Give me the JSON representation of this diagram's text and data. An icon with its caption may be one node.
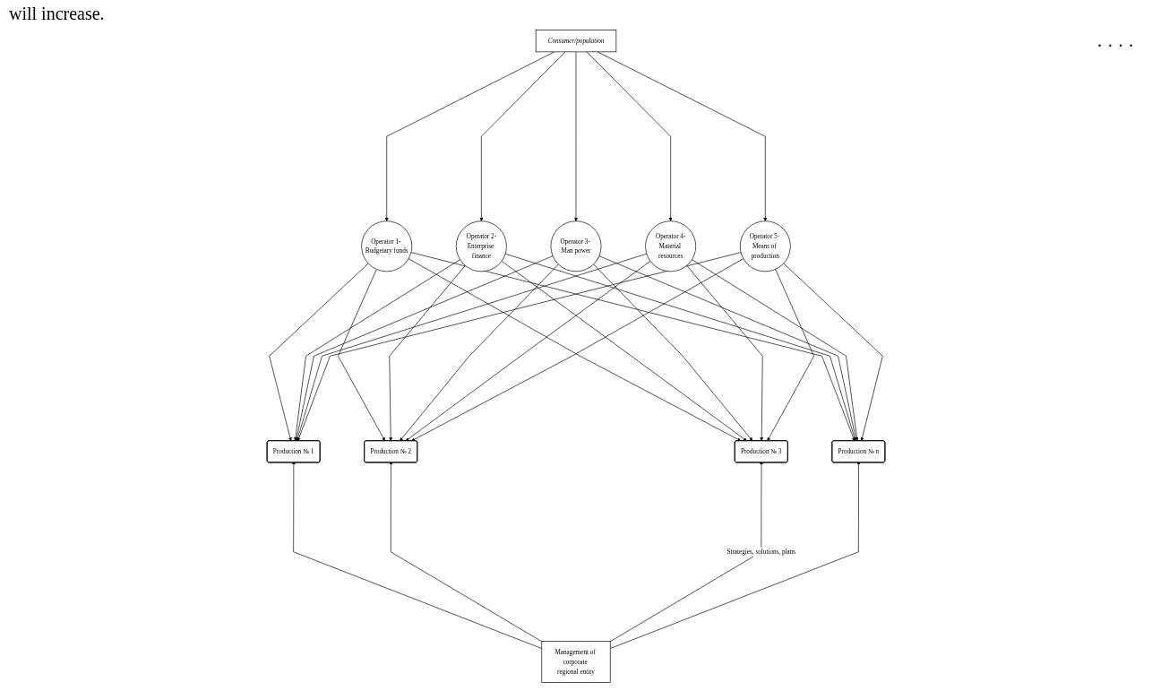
{
  "diagram": {
    "nodes": [
      {
        "text": [
          "Consumer/population"
        ]
      },
      {
        "text": [
          "Operator 1- Budgetary funds"
        ]
      },
      {
        "text": [
          "Operator 2-Enterprise finance"
        ]
      },
      {
        "text": [
          "Operator 3- Man power"
        ]
      },
      {
        "text": [
          "Operator 4-Material resources"
        ]
      },
      {
        "text": [
          "Operator 5- Means of production"
        ]
      },
      {
        "text": [
          "Production № 1"
        ]
      },
      {
        "text": [
          "Production № 2"
        ]
      },
      {
        "text": [
          "Production № 3"
        ]
      },
      {
        "text": [
          "Production № n"
        ]
      },
      {
        "text": [
          "Management of corporate regional entity"
        ]
      }
    ],
    "edges": [
      {
        "from": 0,
        "to": 1,
        "arrow": "to"
      },
      {
        "from": 0,
        "to": 2,
        "arrow": "to"
      },
      {
        "from": 0,
        "to": 3,
        "arrow": "to"
      },
      {
        "from": 0,
        "to": 4,
        "arrow": "to"
      },
      {
        "from": 0,
        "to": 5,
        "arrow": "to"
      },
      {
        "from": 1,
        "to": 6,
        "arrow": "to"
      },
      {
        "from": 1,
        "to": 7,
        "arrow": "to"
      },
      {
        "from": 1,
        "to": 8,
        "arrow": "to"
      },
      {
        "from": 1,
        "to": 9,
        "arrow": "to"
      },
      {
        "from": 2,
        "to": 6,
        "arrow": "to"
      },
      {
        "from": 2,
        "to": 7,
        "arrow": "to"
      },
      {
        "from": 2,
        "to": 8,
        "arrow": "to"
      },
      {
        "from": 2,
        "to": 9,
        "arrow": "to"
      },
      {
        "from": 3,
        "to": 6,
        "arrow": "to"
      },
      {
        "from": 3,
        "to": 7,
        "arrow": "to"
      },
      {
        "from": 3,
        "to": 8,
        "arrow": "to"
      },
      {
        "from": 3,
        "to": 9,
        "arrow": "to"
      },
      {
        "from": 4,
        "to": 6,
        "arrow": "to"
      },
      {
        "from": 4,
        "to": 7,
        "arrow": "to"
      },
      {
        "from": 4,
        "to": 8,
        "arrow": "to"
      },
      {
        "from": 4,
        "to": 9,
        "arrow": "to"
      },
      {
        "from": 5,
        "to": 6,
        "arrow": "to"
      },
      {
        "from": 5,
        "to": 7,
        "arrow": "to"
      },
      {
        "from": 5,
        "to": 8,
        "arrow": "to"
      },
      {
        "from": 5,
        "to": 9,
        "arrow": "to"
      },
      {
        "from": 10,
        "to": 6,
        "arrow": "to"
      },
      {
        "from": 10,
        "to": 7,
        "arrow": "to"
      },
      {
        "from": 10,
        "to": 8,
        "arrow": "to",
        "label": "Strategies, solutions, plans"
      },
      {
        "from": 10,
        "to": 9,
        "arrow": "to"
      }
    ],
    "labels": [
      "will increase.",
      "· · · ·"
    ]
  }
}
